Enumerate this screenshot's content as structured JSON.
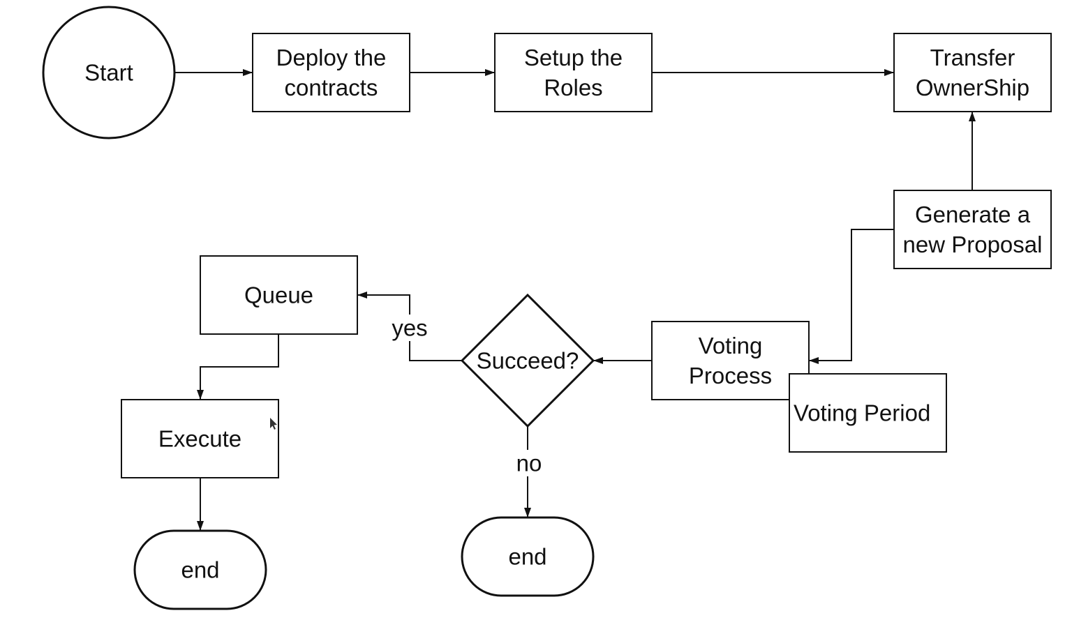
{
  "diagram": {
    "nodes": [
      {
        "id": "start",
        "name": "start-node",
        "shape": "circle",
        "lines": [
          "Start"
        ]
      },
      {
        "id": "deploy",
        "name": "deploy-contracts-node",
        "shape": "rect",
        "lines": [
          "Deploy the",
          "contracts"
        ]
      },
      {
        "id": "setup",
        "name": "setup-roles-node",
        "shape": "rect",
        "lines": [
          "Setup the",
          "Roles"
        ]
      },
      {
        "id": "transfer",
        "name": "transfer-ownership-node",
        "shape": "rect",
        "lines": [
          "Transfer",
          "OwnerShip"
        ]
      },
      {
        "id": "proposal",
        "name": "generate-proposal-node",
        "shape": "rect",
        "lines": [
          "Generate a",
          "new Proposal"
        ]
      },
      {
        "id": "voting",
        "name": "voting-process-node",
        "shape": "rect",
        "lines": [
          "Voting",
          "Process"
        ]
      },
      {
        "id": "period",
        "name": "voting-period-node",
        "shape": "rect",
        "lines": [
          "Voting Period"
        ]
      },
      {
        "id": "succeed",
        "name": "succeed-decision-node",
        "shape": "diamond",
        "lines": [
          "Succeed?"
        ]
      },
      {
        "id": "queue",
        "name": "queue-node",
        "shape": "rect",
        "lines": [
          "Queue"
        ]
      },
      {
        "id": "execute",
        "name": "execute-node",
        "shape": "rect",
        "lines": [
          "Execute"
        ]
      },
      {
        "id": "end_left",
        "name": "end-node-left",
        "shape": "terminal",
        "lines": [
          "end"
        ]
      },
      {
        "id": "end_middle",
        "name": "end-node-middle",
        "shape": "terminal",
        "lines": [
          "end"
        ]
      }
    ],
    "edges": [
      {
        "from": "start",
        "to": "deploy",
        "label": ""
      },
      {
        "from": "deploy",
        "to": "setup",
        "label": ""
      },
      {
        "from": "setup",
        "to": "transfer",
        "label": ""
      },
      {
        "from": "proposal",
        "to": "transfer",
        "label": ""
      },
      {
        "from": "proposal",
        "to": "voting",
        "label": ""
      },
      {
        "from": "voting",
        "to": "succeed",
        "label": ""
      },
      {
        "from": "succeed",
        "to": "queue",
        "label": "yes"
      },
      {
        "from": "succeed",
        "to": "end_middle",
        "label": "no"
      },
      {
        "from": "queue",
        "to": "execute",
        "label": ""
      },
      {
        "from": "execute",
        "to": "end_left",
        "label": ""
      }
    ]
  }
}
